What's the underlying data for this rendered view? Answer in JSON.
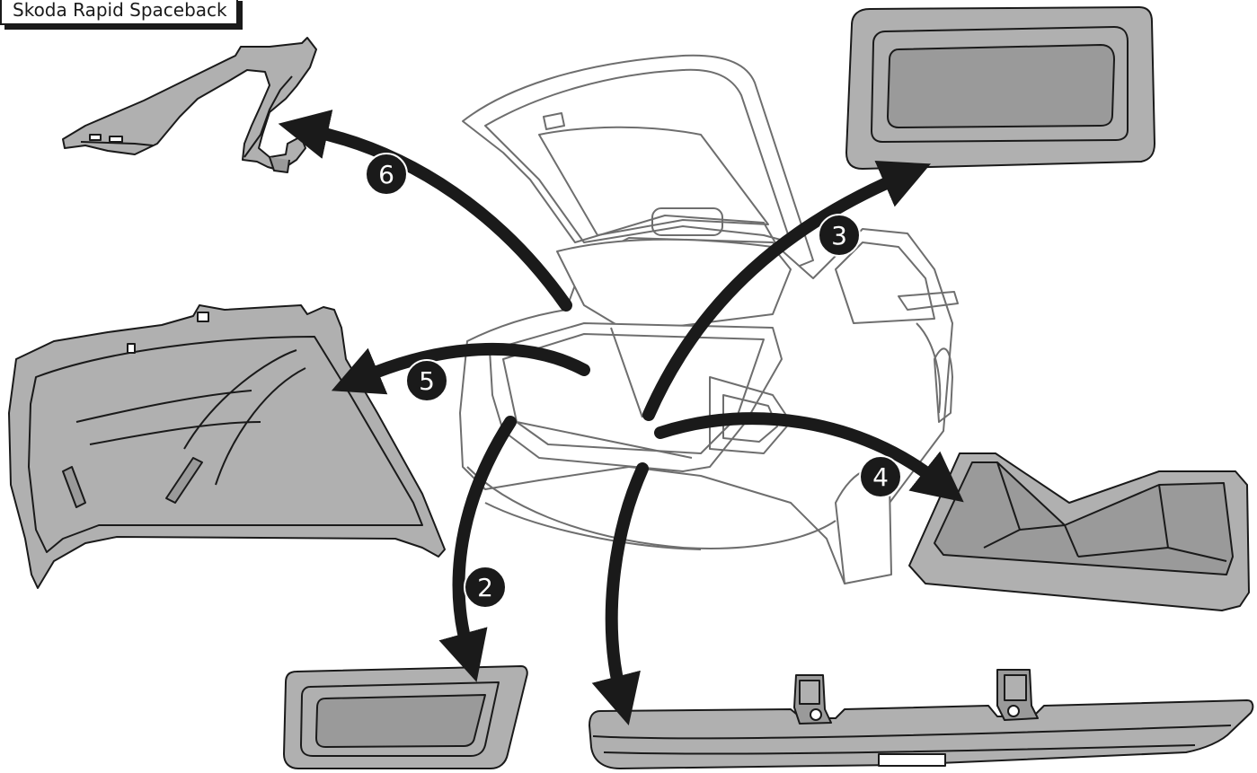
{
  "title": "Skoda Rapid Spaceback",
  "callouts": [
    {
      "id": "2",
      "label": "2"
    },
    {
      "id": "3",
      "label": "3"
    },
    {
      "id": "4",
      "label": "4"
    },
    {
      "id": "5",
      "label": "5"
    },
    {
      "id": "6",
      "label": "6"
    }
  ],
  "colors": {
    "panel": "#b0b0b0",
    "panel_dark": "#9a9a9a",
    "outline": "#1a1a1a",
    "car_line": "#6e6e6e",
    "arrow": "#1a1a1a"
  }
}
